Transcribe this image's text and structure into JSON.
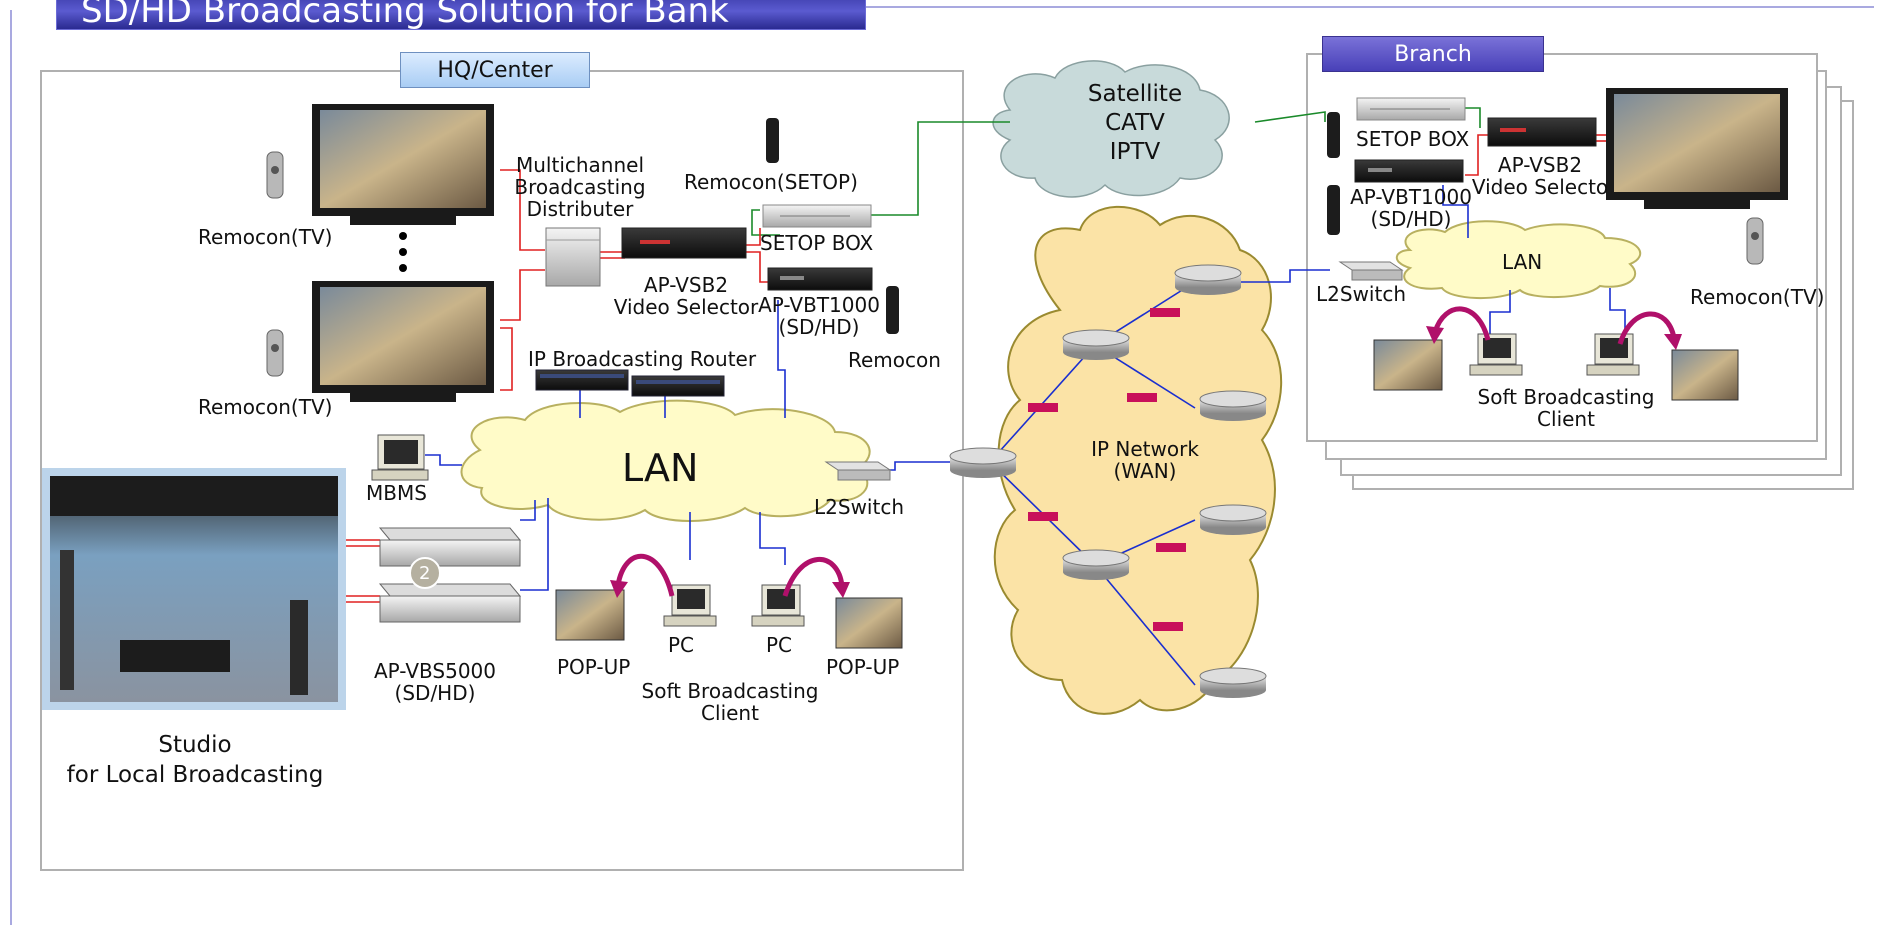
{
  "title": "SD/HD Broadcasting Solution for Bank",
  "hq": {
    "tag": "HQ/Center",
    "remocon_tv_1": "Remocon(TV)",
    "remocon_tv_2": "Remocon(TV)",
    "distributer": [
      "Multichannel",
      "Broadcasting",
      "Distributer"
    ],
    "remocon_setop": "Remocon(SETOP)",
    "setop_box": "SETOP BOX",
    "vsb2": [
      "AP-VSB2",
      "Video Selector"
    ],
    "vbt1000": [
      "AP-VBT1000",
      "(SD/HD)"
    ],
    "remocon": "Remocon",
    "router": "IP Broadcasting Router",
    "lan": "LAN",
    "mbms": "MBMS",
    "l2switch": "L2Switch",
    "vbs5000": [
      "AP-VBS5000",
      "(SD/HD)"
    ],
    "badge": "2",
    "popup_left": "POP-UP",
    "popup_right": "POP-UP",
    "pc_left": "PC",
    "pc_right": "PC",
    "soft_client": [
      "Soft Broadcasting",
      "Client"
    ],
    "studio": [
      "Studio",
      "for Local Broadcasting"
    ]
  },
  "cloud": [
    "Satellite",
    "CATV",
    "IPTV"
  ],
  "wan": [
    "IP Network",
    "(WAN)"
  ],
  "branch": {
    "tag": "Branch",
    "setop_box": "SETOP BOX",
    "vsb2": [
      "AP-VSB2",
      "Video Selecto"
    ],
    "vbt1000": [
      "AP-VBT1000",
      "(SD/HD)"
    ],
    "lan": "LAN",
    "l2switch": "L2Switch",
    "remocon_tv": "Remocon(TV)",
    "soft_client": [
      "Soft Broadcasting",
      "Client"
    ]
  },
  "colors": {
    "title_bar": "#3a3aa8",
    "lan_fill": "#fffbc8",
    "wan_fill": "#fbe3a6",
    "cloud_fill": "#c8dada",
    "link_blue": "#1a2fd0",
    "link_red": "#e02020",
    "link_green": "#1a8a2a",
    "marker": "#c8105a"
  }
}
